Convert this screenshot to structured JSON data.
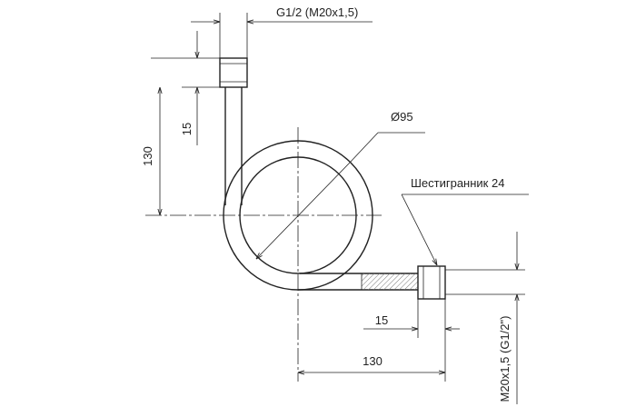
{
  "drawing": {
    "labels": {
      "top_thread": "G1/2 (M20x1,5)",
      "diameter": "Ø95",
      "hexagon": "Шестигранник 24",
      "right_thread": "M20x1,5 (G1/2\")",
      "dim_130_vertical": "130",
      "dim_15_vertical": "15",
      "dim_15_horizontal": "15",
      "dim_130_horizontal": "130"
    }
  }
}
